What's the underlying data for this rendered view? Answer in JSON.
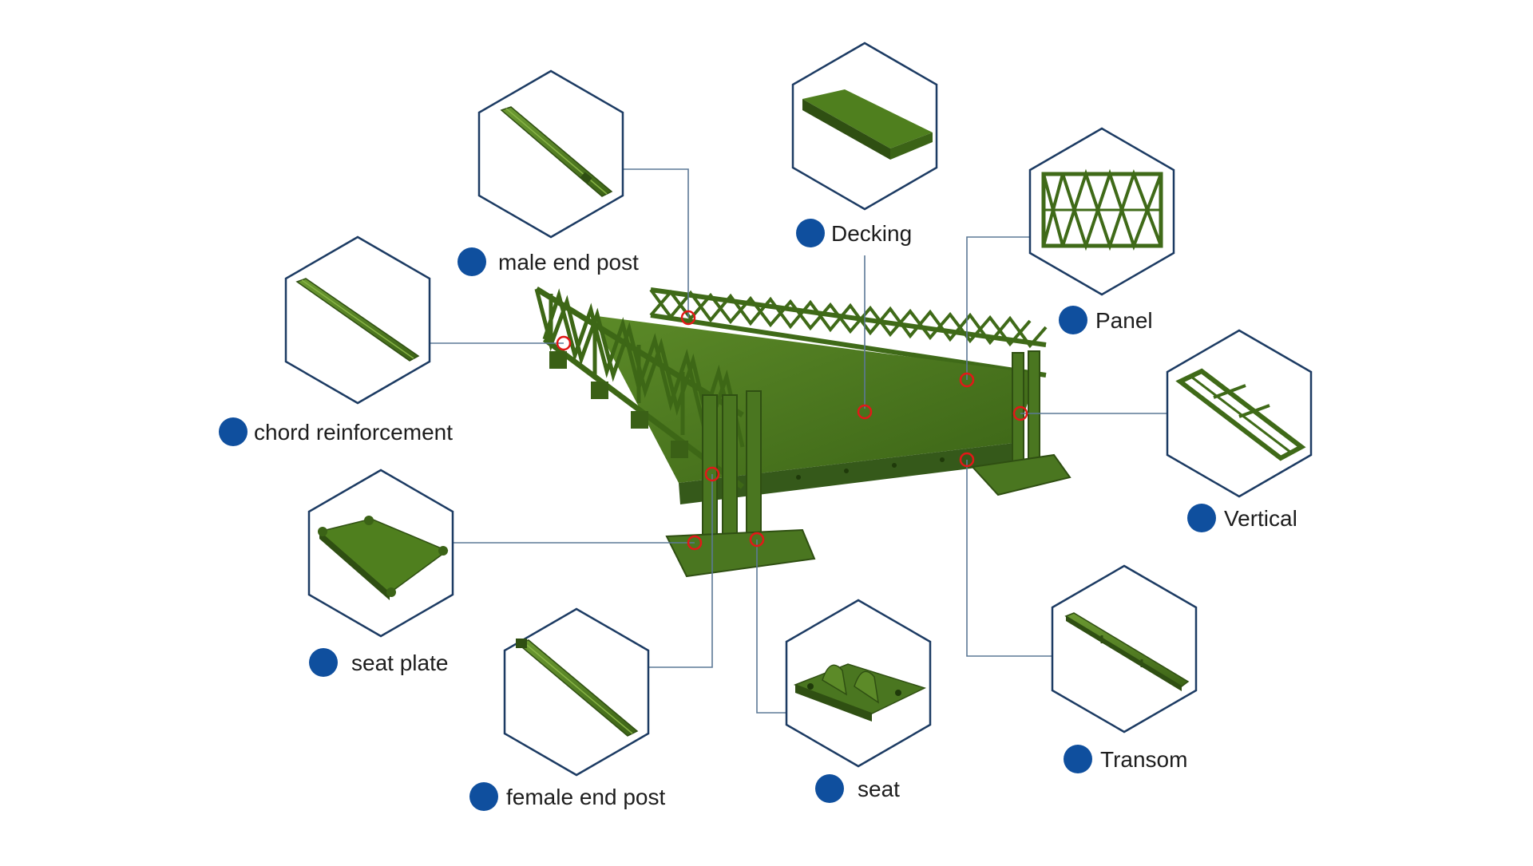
{
  "colors": {
    "accent_blue": "#0f4f9e",
    "outline_navy": "#1c3b63",
    "steel_green": "#4f7a22",
    "steel_green_dark": "#2f4f12",
    "deck_green": "#3f6b1a",
    "leader_line": "#5b7896",
    "marker_red": "#e21818",
    "background": "#ffffff"
  },
  "components": [
    {
      "id": "male-end-post",
      "label": "male end post",
      "icon": "end-post-bar-icon"
    },
    {
      "id": "decking",
      "label": "Decking",
      "icon": "deck-panel-icon"
    },
    {
      "id": "panel",
      "label": "Panel",
      "icon": "truss-panel-icon"
    },
    {
      "id": "chord-reinforcement",
      "label": "chord reinforcement",
      "icon": "chord-bar-icon"
    },
    {
      "id": "vertical",
      "label": "Vertical",
      "icon": "vertical-frame-icon"
    },
    {
      "id": "seat-plate",
      "label": "seat plate",
      "icon": "seat-plate-icon"
    },
    {
      "id": "female-end-post",
      "label": "female end post",
      "icon": "end-post-bar-icon"
    },
    {
      "id": "seat",
      "label": "seat",
      "icon": "bearing-seat-icon"
    },
    {
      "id": "transom",
      "label": "Transom",
      "icon": "transom-beam-icon"
    }
  ]
}
